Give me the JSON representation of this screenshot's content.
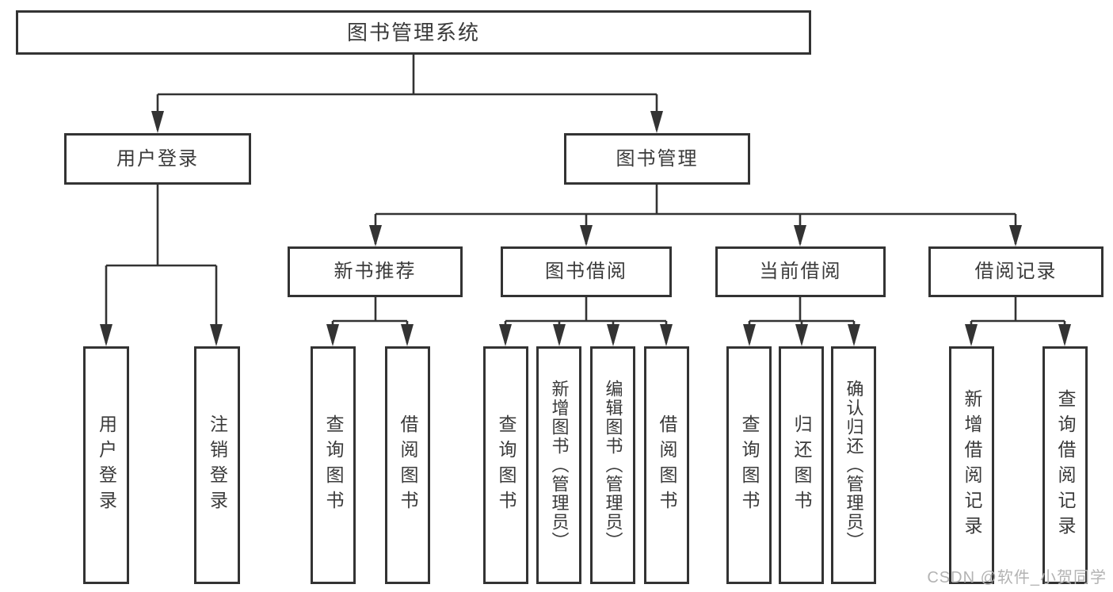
{
  "colors": {
    "line": "#333333",
    "text": "#3a3a3a",
    "box_background": "#ffffff",
    "watermark": "#b3b3b3"
  },
  "watermark": {
    "text": "CSDN @软件_小贺同学"
  },
  "tree": {
    "root": {
      "label": "图书管理系统"
    },
    "branches": [
      {
        "label": "用户登录",
        "children": [
          {
            "label": "用户登录"
          },
          {
            "label": "注销登录"
          }
        ]
      },
      {
        "label": "图书管理",
        "children": [
          {
            "label": "新书推荐",
            "children": [
              {
                "label": "查询图书"
              },
              {
                "label": "借阅图书"
              }
            ]
          },
          {
            "label": "图书借阅",
            "children": [
              {
                "label": "查询图书"
              },
              {
                "label": "新增图书（管理员）"
              },
              {
                "label": "编辑图书（管理员）"
              },
              {
                "label": "借阅图书"
              }
            ]
          },
          {
            "label": "当前借阅",
            "children": [
              {
                "label": "查询图书"
              },
              {
                "label": "归还图书"
              },
              {
                "label": "确认归还（管理员）"
              }
            ]
          },
          {
            "label": "借阅记录",
            "children": [
              {
                "label": "新增借阅记录"
              },
              {
                "label": "查询借阅记录"
              }
            ]
          }
        ]
      }
    ]
  }
}
